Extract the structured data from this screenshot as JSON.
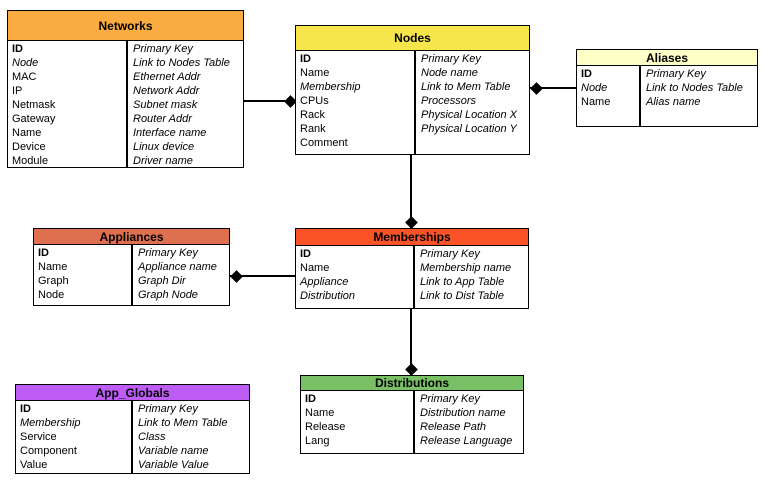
{
  "page": {
    "background": "#FFFFFF",
    "line_color": "#000000"
  },
  "diagram": {
    "tables": {
      "networks": {
        "title": "Networks",
        "header_color": "#FBAC40",
        "rows": [
          {
            "field": "ID",
            "desc": "Primary Key"
          },
          {
            "field": "Node",
            "desc": "Link to Nodes Table"
          },
          {
            "field": "MAC",
            "desc": "Ethernet Addr"
          },
          {
            "field": "IP",
            "desc": "Network Addr"
          },
          {
            "field": "Netmask",
            "desc": "Subnet mask"
          },
          {
            "field": "Gateway",
            "desc": "Router Addr"
          },
          {
            "field": "Name",
            "desc": "Interface name"
          },
          {
            "field": "Device",
            "desc": "Linux device"
          },
          {
            "field": "Module",
            "desc": "Driver name"
          }
        ]
      },
      "nodes": {
        "title": "Nodes",
        "header_color": "#F6E64C",
        "rows": [
          {
            "field": "ID",
            "desc": "Primary Key"
          },
          {
            "field": "Name",
            "desc": "Node name"
          },
          {
            "field": "Membership",
            "desc": "Link to Mem Table"
          },
          {
            "field": "CPUs",
            "desc": "Processors"
          },
          {
            "field": "Rack",
            "desc": "Physical Location X"
          },
          {
            "field": "Rank",
            "desc": "Physical Location Y"
          },
          {
            "field": "Comment",
            "desc": ""
          }
        ]
      },
      "aliases": {
        "title": "Aliases",
        "header_color": "#FFFFC8",
        "rows": [
          {
            "field": "ID",
            "desc": "Primary Key"
          },
          {
            "field": "Node",
            "desc": "Link to Nodes Table"
          },
          {
            "field": "Name",
            "desc": "Alias name"
          }
        ]
      },
      "appliances": {
        "title": "Appliances",
        "header_color": "#DE7050",
        "rows": [
          {
            "field": "ID",
            "desc": "Primary Key"
          },
          {
            "field": "Name",
            "desc": "Appliance name"
          },
          {
            "field": "Graph",
            "desc": "Graph Dir"
          },
          {
            "field": "Node",
            "desc": "Graph Node"
          }
        ]
      },
      "memberships": {
        "title": "Memberships",
        "header_color": "#F95327",
        "rows": [
          {
            "field": "ID",
            "desc": "Primary Key"
          },
          {
            "field": "Name",
            "desc": "Membership name"
          },
          {
            "field": "Appliance",
            "desc": "Link to App Table"
          },
          {
            "field": "Distribution",
            "desc": "Link to Dist Table"
          }
        ]
      },
      "app_globals": {
        "title": "App_Globals",
        "header_color": "#BD5DF6",
        "rows": [
          {
            "field": "ID",
            "desc": "Primary Key"
          },
          {
            "field": "Membership",
            "desc": "Link to Mem Table"
          },
          {
            "field": "Service",
            "desc": "Class"
          },
          {
            "field": "Component",
            "desc": "Variable name"
          },
          {
            "field": "Value",
            "desc": "Variable Value"
          }
        ]
      },
      "distributions": {
        "title": "Distributions",
        "header_color": "#79BF64",
        "rows": [
          {
            "field": "ID",
            "desc": "Primary Key"
          },
          {
            "field": "Name",
            "desc": "Distribution name"
          },
          {
            "field": "Release",
            "desc": "Release Path"
          },
          {
            "field": "Lang",
            "desc": "Release Language"
          }
        ]
      }
    },
    "relationships": [
      {
        "from": "Networks",
        "to": "Nodes",
        "diamond_end": "Nodes"
      },
      {
        "from": "Aliases",
        "to": "Nodes",
        "diamond_end": "Nodes"
      },
      {
        "from": "Nodes",
        "to": "Memberships",
        "diamond_end": "Memberships"
      },
      {
        "from": "Memberships",
        "to": "Appliances",
        "diamond_end": "Appliances"
      },
      {
        "from": "Memberships",
        "to": "Distributions",
        "diamond_end": "Distributions"
      }
    ]
  }
}
